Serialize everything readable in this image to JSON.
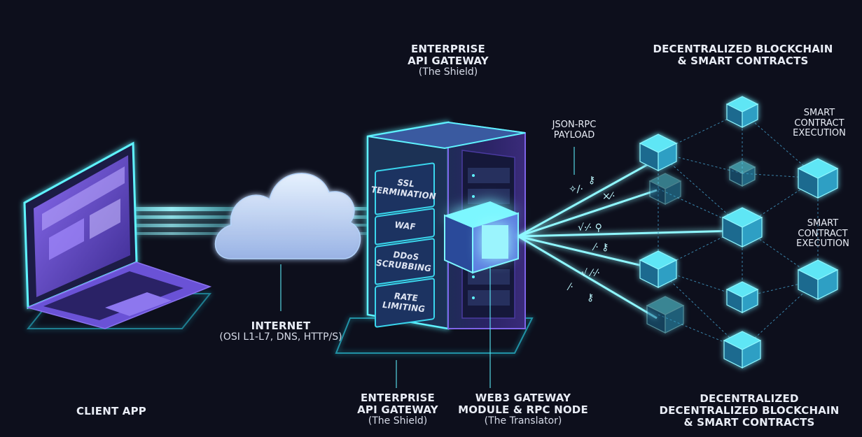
{
  "labels": {
    "client_app": "CLIENT APP",
    "internet_title": "INTERNET",
    "internet_sub": "(OSI L1-L7, DNS, HTTP/S)",
    "gateway_top_line1": "ENTERPRISE",
    "gateway_top_line2": "API GATEWAY",
    "gateway_top_sub": "(The Shield)",
    "gateway_bottom_line1": "ENTERPRISE",
    "gateway_bottom_line2": "API GATEWAY",
    "gateway_bottom_sub": "(The Shield)",
    "web3_line1": "WEB3 GATEWAY",
    "web3_line2": "MODULE & RPC NODE",
    "web3_sub": "(The Translator)",
    "jsonrpc_line1": "JSON-RPC",
    "jsonrpc_line2": "PAYLOAD",
    "chain_top_line1": "DECENTRALIZED BLOCKCHAIN",
    "chain_top_line2": "& SMART CONTRACTS",
    "chain_bottom_line1": "DECENTRALIZED",
    "chain_bottom_line2": "DECENTRALIZED BLOCKCHAIN",
    "chain_bottom_line3": "& SMART CONTRACTS",
    "sc_exec_1_line1": "SMART",
    "sc_exec_1_line2": "CONTRACT",
    "sc_exec_1_line3": "EXECUTION",
    "sc_exec_2_line1": "SMART",
    "sc_exec_2_line2": "CONTRACT",
    "sc_exec_2_line3": "EXECUTION"
  },
  "gateway_modules": [
    "SSL TERMINATION",
    "WAF",
    "DDoS SCRUBBING",
    "RATE LIMITING"
  ],
  "colors": {
    "background": "#0d0f1c",
    "glow": "#5ff3ff",
    "cube": "#2fb8d8",
    "purple": "#6b4bd6",
    "text": "#e9edf6"
  }
}
